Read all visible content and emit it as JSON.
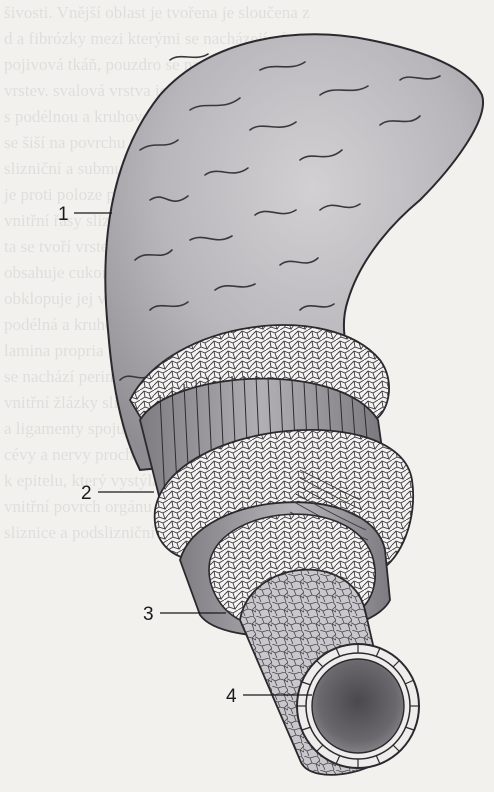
{
  "diagram": {
    "callouts": [
      {
        "id": "1",
        "text": "1"
      },
      {
        "id": "2",
        "text": "2"
      },
      {
        "id": "3",
        "text": "3"
      },
      {
        "id": "4",
        "text": "4"
      }
    ]
  },
  "background_text": {
    "lines": [
      "šivosti. Vnější oblast je tvořena je sloučena z",
      "d a fibrózky mezi kterými se nacházejí cévy",
      "pojivová tkáň, pouzdro se nachází tu zde",
      "vrstev. svalová vrstva je tvořena dvěma",
      "s podélnou a kruhovou vrstvou svaloviny",
      "se šiší na povrchu tkáně, které krytí, žlázy",
      "slizniční a submukózní vrstvy, které",
      "je proti poloze podkladu a poslední",
      "vnitřní řasy sliznice, kterou tvoří jako",
      "ta se tvoří vrstevnatý dlaždicový epitel",
      "obsahuje cukorové ve vrstvě nazvané",
      "obklopuje jej vrstva podkladu tvořená",
      "podélná a kruhová svalovina sliznice",
      "lamina propria obsahuje žlázky s",
      "se nachází perimysium tkáně vazivová",
      "vnitřní žlázky sliznice mohou být",
      "a ligamenty spojuji orgán s okolní",
      "cévy a nervy procházejí podkladem",
      "k epitelu, který vystýlá vnitřní",
      "vnitřní povrch orgánu je hladký",
      "sliznice a podslizniční vrstvy"
    ]
  }
}
